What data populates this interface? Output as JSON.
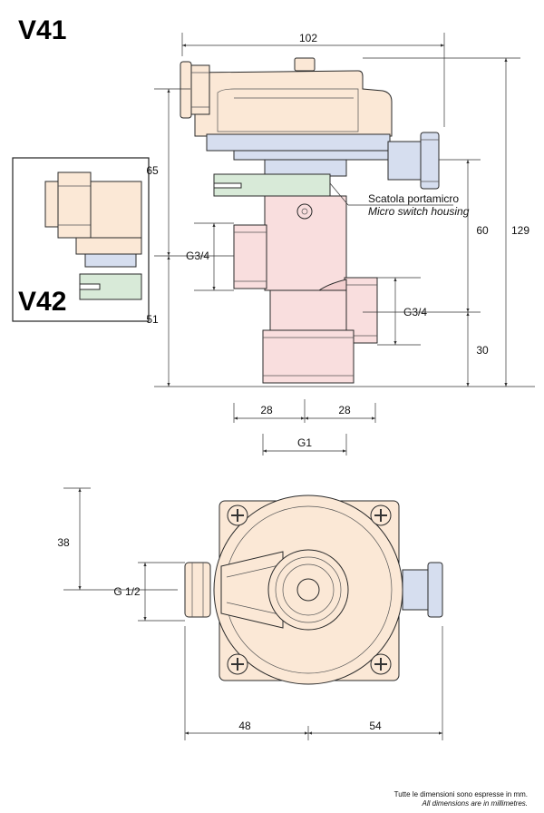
{
  "titles": {
    "main": "V41",
    "inset": "V42"
  },
  "dimensions": {
    "width_top": "102",
    "left_upper": "65",
    "left_lower": "51",
    "thread_inlet": "G3/4",
    "thread_outlet": "G3/4",
    "right_60": "60",
    "right_30": "30",
    "overall_129": "129",
    "half_left": "28",
    "half_right": "28",
    "g1": "G1",
    "bottom_38": "38",
    "g12": "G 1/2",
    "bottom_48": "48",
    "bottom_54": "54"
  },
  "callout": {
    "line1": "Scatola portamicro",
    "line2": "Micro switch housing"
  },
  "footer": {
    "line1": "Tutte le dimensioni sono espresse in mm.",
    "line2": "All dimensions are in millimetres."
  },
  "colors": {
    "body_peach": "#fbe8d6",
    "body_pink": "#f9dede",
    "blue_part": "#d6deef",
    "green_part": "#d8ead8"
  }
}
